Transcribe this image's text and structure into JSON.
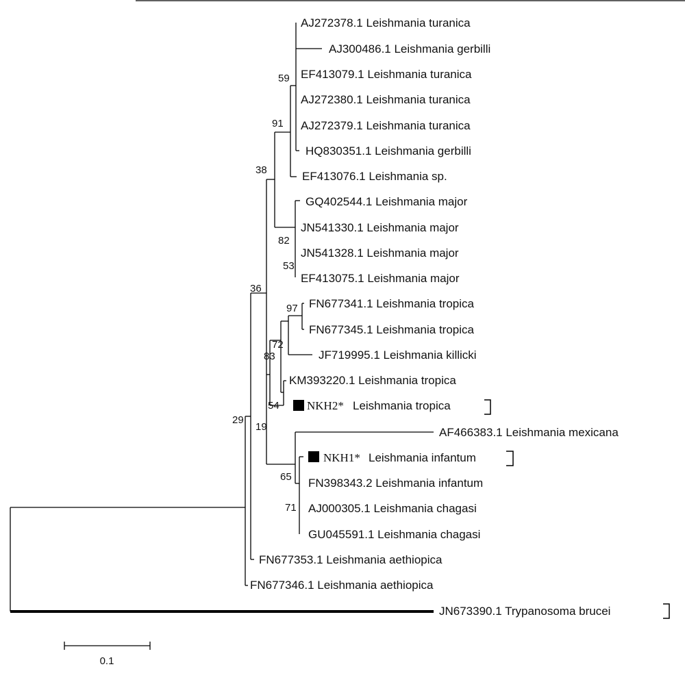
{
  "taxa": {
    "t1": "AJ272378.1 Leishmania turanica",
    "t2": "AJ300486.1 Leishmania gerbilli",
    "t3": "EF413079.1 Leishmania turanica",
    "t4": "AJ272380.1 Leishmania turanica",
    "t5": "AJ272379.1 Leishmania turanica",
    "t6": "HQ830351.1 Leishmania gerbilli",
    "t7": "EF413076.1 Leishmania sp.",
    "t8": "GQ402544.1 Leishmania major",
    "t9": "JN541330.1 Leishmania major",
    "t10": "JN541328.1 Leishmania major",
    "t11": "EF413075.1 Leishmania major",
    "t12": "FN677341.1 Leishmania tropica",
    "t13": "FN677345.1 Leishmania tropica",
    "t14": "JF719995.1 Leishmania killicki",
    "t15": "KM393220.1 Leishmania tropica",
    "t16_id": "NKH2*",
    "t16_name": "Leishmania tropica",
    "t17": "AF466383.1 Leishmania mexicana",
    "t18_id": "NKH1*",
    "t18_name": "Leishmania infantum",
    "t19": "FN398343.2 Leishmania infantum",
    "t20": "AJ000305.1 Leishmania chagasi",
    "t21": "GU045591.1 Leishmania chagasi",
    "t22": "FN677353.1 Leishmania aethiopica",
    "t23": "FN677346.1 Leishmania aethiopica",
    "t24": "JN673390.1 Trypanosoma brucei"
  },
  "bootstrap": {
    "b59": "59",
    "b91": "91",
    "b38": "38",
    "b82": "82",
    "b53": "53",
    "b36": "36",
    "b97": "97",
    "b72": "72",
    "b83": "83",
    "b54": "54",
    "b19": "19",
    "b65": "65",
    "b71": "71",
    "b29": "29"
  },
  "scale_bar": {
    "label": "0.1"
  }
}
